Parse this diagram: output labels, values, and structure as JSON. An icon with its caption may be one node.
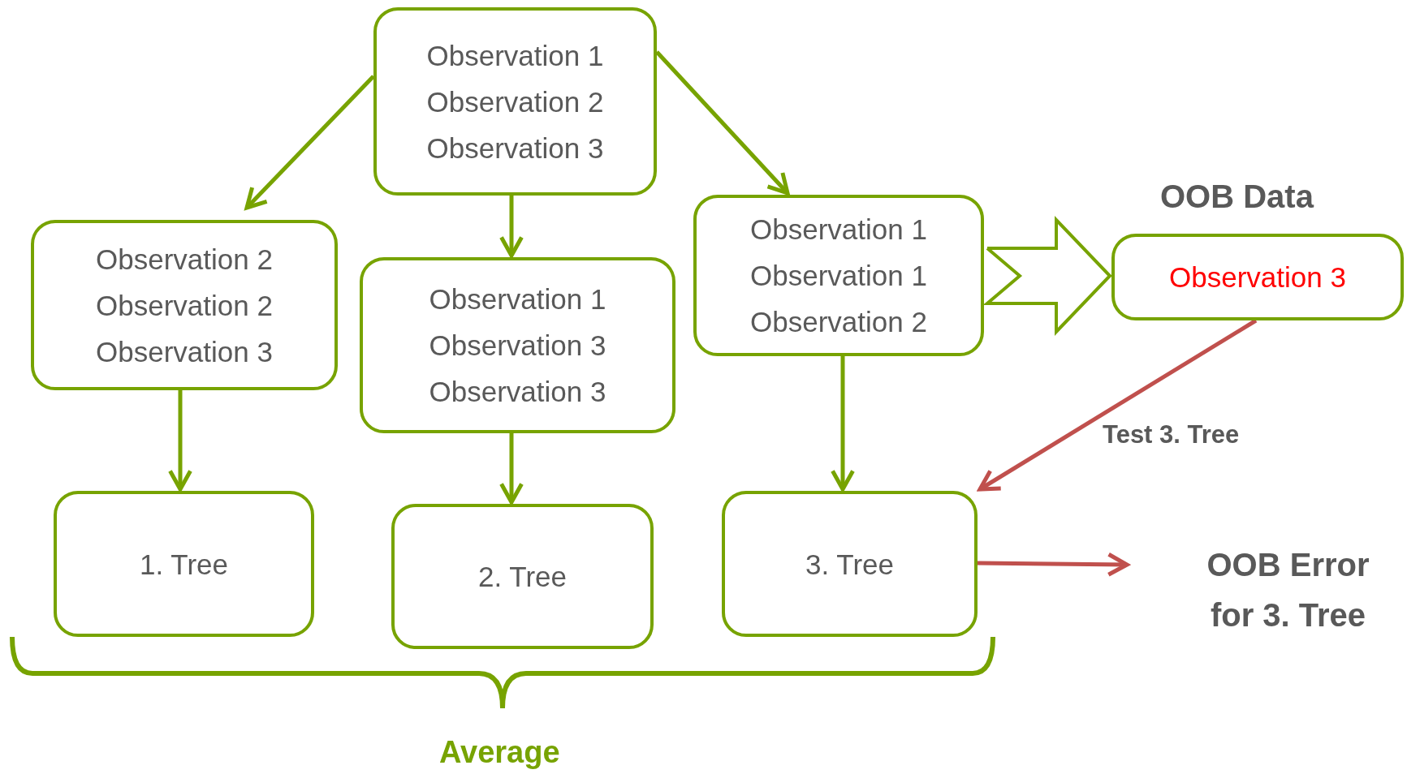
{
  "diagram": {
    "nodes": [
      {
        "text": [
          "Observation 1",
          "Observation 2",
          "Observation 3"
        ]
      },
      {
        "text": [
          "Observation 2",
          "Observation 2",
          "Observation 3"
        ]
      },
      {
        "text": [
          "Observation 1",
          "Observation 3",
          "Observation 3"
        ]
      },
      {
        "text": [
          "Observation 1",
          "Observation 1",
          "Observation 2"
        ]
      },
      {
        "text": [
          "Observation 3"
        ],
        "beside": [
          "OOB Data"
        ]
      },
      {
        "text": [
          "1. Tree"
        ]
      },
      {
        "text": [
          "2. Tree"
        ]
      },
      {
        "text": [
          "3. Tree"
        ]
      },
      {
        "text": [
          "OOB Error for 3. Tree"
        ]
      }
    ],
    "edges": [
      {
        "from": 0,
        "to": 1,
        "arrow": "to"
      },
      {
        "from": 0,
        "to": 2,
        "arrow": "to"
      },
      {
        "from": 0,
        "to": 3,
        "arrow": "to"
      },
      {
        "from": 1,
        "to": 5,
        "arrow": "to"
      },
      {
        "from": 2,
        "to": 6,
        "arrow": "to"
      },
      {
        "from": 3,
        "to": 7,
        "arrow": "to"
      },
      {
        "from": 3,
        "to": 4,
        "arrow": "to",
        "style": "thick"
      },
      {
        "from": 4,
        "to": 7,
        "arrow": "to",
        "label": "Test 3. Tree",
        "color": "#c0504d"
      },
      {
        "from": 7,
        "to": 8,
        "arrow": "to",
        "color": "#c0504d"
      }
    ],
    "labels": [
      "Average"
    ]
  }
}
